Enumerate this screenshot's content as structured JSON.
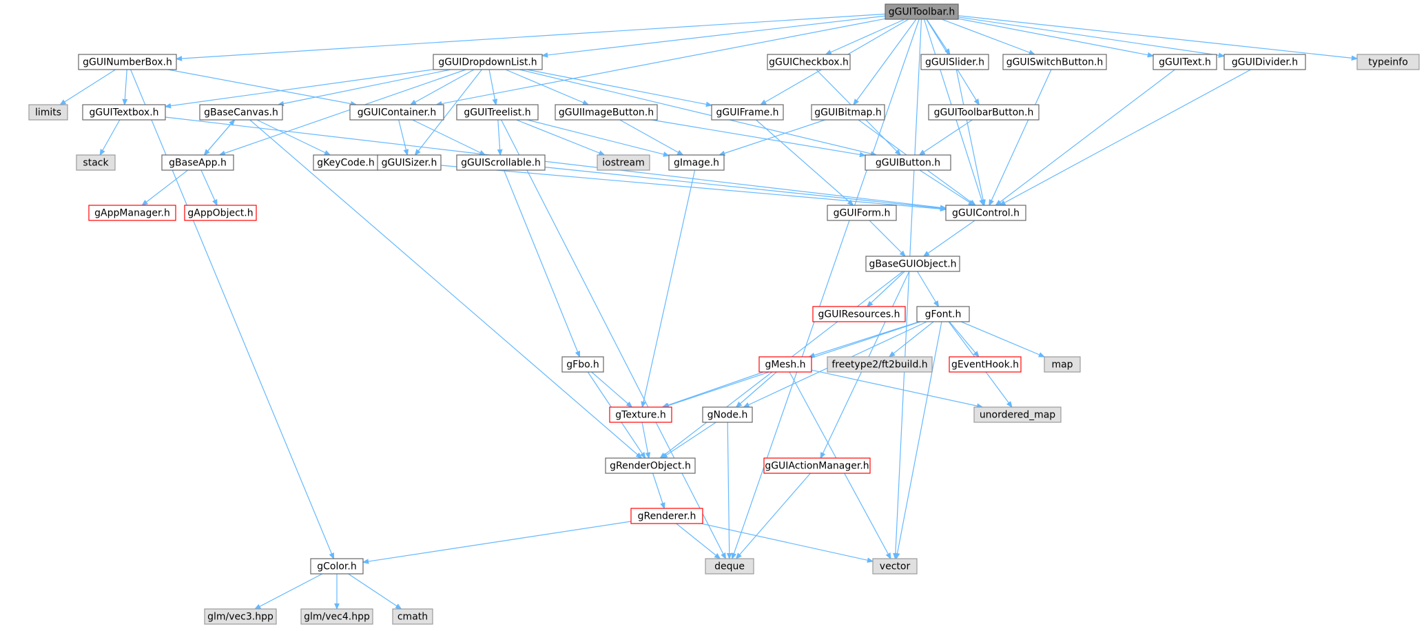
{
  "colors": {
    "edge": "#63b8ff",
    "node_border": "#666666",
    "node_fill": "#ffffff",
    "root_fill": "#999999",
    "root_border": "#666666",
    "system_fill": "#e0e0e0",
    "system_border": "#999999",
    "truncated_border": "#ff0000",
    "text": "#000000"
  },
  "nodes": [
    {
      "id": "toolbar",
      "label": "gGUIToolbar.h",
      "kind": "root"
    },
    {
      "id": "numberbox",
      "label": "gGUINumberBox.h",
      "kind": "header"
    },
    {
      "id": "dropdown",
      "label": "gGUIDropdownList.h",
      "kind": "header"
    },
    {
      "id": "checkbox",
      "label": "gGUICheckbox.h",
      "kind": "header"
    },
    {
      "id": "slider",
      "label": "gGUISlider.h",
      "kind": "header"
    },
    {
      "id": "switchbtn",
      "label": "gGUISwitchButton.h",
      "kind": "header"
    },
    {
      "id": "text",
      "label": "gGUIText.h",
      "kind": "header"
    },
    {
      "id": "divider",
      "label": "gGUIDivider.h",
      "kind": "header"
    },
    {
      "id": "typeinfo",
      "label": "typeinfo",
      "kind": "system"
    },
    {
      "id": "limits",
      "label": "limits",
      "kind": "system"
    },
    {
      "id": "textbox",
      "label": "gGUITextbox.h",
      "kind": "header"
    },
    {
      "id": "basecanvas",
      "label": "gBaseCanvas.h",
      "kind": "header"
    },
    {
      "id": "container",
      "label": "gGUIContainer.h",
      "kind": "header"
    },
    {
      "id": "treelist",
      "label": "gGUITreelist.h",
      "kind": "header"
    },
    {
      "id": "imagebutton",
      "label": "gGUIImageButton.h",
      "kind": "header"
    },
    {
      "id": "frame",
      "label": "gGUIFrame.h",
      "kind": "header"
    },
    {
      "id": "bitmap",
      "label": "gGUIBitmap.h",
      "kind": "header"
    },
    {
      "id": "toolbarbutton",
      "label": "gGUIToolbarButton.h",
      "kind": "header"
    },
    {
      "id": "stack",
      "label": "stack",
      "kind": "system"
    },
    {
      "id": "baseapp",
      "label": "gBaseApp.h",
      "kind": "header"
    },
    {
      "id": "keycode",
      "label": "gKeyCode.h",
      "kind": "header"
    },
    {
      "id": "sizer",
      "label": "gGUISizer.h",
      "kind": "header"
    },
    {
      "id": "scrollable",
      "label": "gGUIScrollable.h",
      "kind": "header"
    },
    {
      "id": "iostream",
      "label": "iostream",
      "kind": "system"
    },
    {
      "id": "image",
      "label": "gImage.h",
      "kind": "header"
    },
    {
      "id": "button",
      "label": "gGUIButton.h",
      "kind": "header"
    },
    {
      "id": "appmanager",
      "label": "gAppManager.h",
      "kind": "truncated"
    },
    {
      "id": "appobject",
      "label": "gAppObject.h",
      "kind": "truncated"
    },
    {
      "id": "form",
      "label": "gGUIForm.h",
      "kind": "header"
    },
    {
      "id": "control",
      "label": "gGUIControl.h",
      "kind": "header"
    },
    {
      "id": "baseguiobject",
      "label": "gBaseGUIObject.h",
      "kind": "header"
    },
    {
      "id": "resources",
      "label": "gGUIResources.h",
      "kind": "truncated"
    },
    {
      "id": "font",
      "label": "gFont.h",
      "kind": "header"
    },
    {
      "id": "fbo",
      "label": "gFbo.h",
      "kind": "header"
    },
    {
      "id": "mesh",
      "label": "gMesh.h",
      "kind": "truncated"
    },
    {
      "id": "ft2build",
      "label": "freetype2/ft2build.h",
      "kind": "system"
    },
    {
      "id": "eventhook",
      "label": "gEventHook.h",
      "kind": "truncated"
    },
    {
      "id": "map",
      "label": "map",
      "kind": "system"
    },
    {
      "id": "texture",
      "label": "gTexture.h",
      "kind": "truncated"
    },
    {
      "id": "node",
      "label": "gNode.h",
      "kind": "header"
    },
    {
      "id": "unordered_map",
      "label": "unordered_map",
      "kind": "system"
    },
    {
      "id": "renderobject",
      "label": "gRenderObject.h",
      "kind": "header"
    },
    {
      "id": "actionmanager",
      "label": "gGUIActionManager.h",
      "kind": "truncated"
    },
    {
      "id": "renderer",
      "label": "gRenderer.h",
      "kind": "truncated"
    },
    {
      "id": "color",
      "label": "gColor.h",
      "kind": "header"
    },
    {
      "id": "deque",
      "label": "deque",
      "kind": "system"
    },
    {
      "id": "vector",
      "label": "vector",
      "kind": "system"
    },
    {
      "id": "vec3",
      "label": "glm/vec3.hpp",
      "kind": "system"
    },
    {
      "id": "vec4",
      "label": "glm/vec4.hpp",
      "kind": "system"
    },
    {
      "id": "cmath",
      "label": "cmath",
      "kind": "system"
    }
  ],
  "edges": [
    [
      "toolbar",
      "numberbox"
    ],
    [
      "toolbar",
      "dropdown"
    ],
    [
      "toolbar",
      "checkbox"
    ],
    [
      "toolbar",
      "slider"
    ],
    [
      "toolbar",
      "switchbtn"
    ],
    [
      "toolbar",
      "text"
    ],
    [
      "toolbar",
      "divider"
    ],
    [
      "toolbar",
      "typeinfo"
    ],
    [
      "toolbar",
      "container"
    ],
    [
      "toolbar",
      "frame"
    ],
    [
      "toolbar",
      "bitmap"
    ],
    [
      "toolbar",
      "toolbarbutton"
    ],
    [
      "toolbar",
      "control"
    ],
    [
      "toolbar",
      "deque"
    ],
    [
      "toolbar",
      "vector"
    ],
    [
      "numberbox",
      "limits"
    ],
    [
      "numberbox",
      "textbox"
    ],
    [
      "numberbox",
      "container"
    ],
    [
      "numberbox",
      "color"
    ],
    [
      "dropdown",
      "textbox"
    ],
    [
      "dropdown",
      "basecanvas"
    ],
    [
      "dropdown",
      "container"
    ],
    [
      "dropdown",
      "treelist"
    ],
    [
      "dropdown",
      "imagebutton"
    ],
    [
      "dropdown",
      "frame"
    ],
    [
      "dropdown",
      "baseapp"
    ],
    [
      "dropdown",
      "sizer"
    ],
    [
      "dropdown",
      "button"
    ],
    [
      "checkbox",
      "button"
    ],
    [
      "slider",
      "control"
    ],
    [
      "switchbtn",
      "control"
    ],
    [
      "text",
      "control"
    ],
    [
      "divider",
      "control"
    ],
    [
      "textbox",
      "stack"
    ],
    [
      "textbox",
      "control"
    ],
    [
      "basecanvas",
      "baseapp"
    ],
    [
      "basecanvas",
      "keycode"
    ],
    [
      "basecanvas",
      "renderobject"
    ],
    [
      "container",
      "sizer"
    ],
    [
      "container",
      "scrollable"
    ],
    [
      "treelist",
      "scrollable"
    ],
    [
      "treelist",
      "iostream"
    ],
    [
      "treelist",
      "image"
    ],
    [
      "treelist",
      "deque"
    ],
    [
      "imagebutton",
      "image"
    ],
    [
      "imagebutton",
      "button"
    ],
    [
      "frame",
      "form"
    ],
    [
      "bitmap",
      "image"
    ],
    [
      "bitmap",
      "control"
    ],
    [
      "toolbarbutton",
      "button"
    ],
    [
      "baseapp",
      "basecanvas"
    ],
    [
      "baseapp",
      "appmanager"
    ],
    [
      "baseapp",
      "appobject"
    ],
    [
      "sizer",
      "control"
    ],
    [
      "scrollable",
      "control"
    ],
    [
      "scrollable",
      "fbo"
    ],
    [
      "image",
      "texture"
    ],
    [
      "button",
      "control"
    ],
    [
      "form",
      "baseguiobject"
    ],
    [
      "control",
      "baseguiobject"
    ],
    [
      "baseguiobject",
      "resources"
    ],
    [
      "baseguiobject",
      "font"
    ],
    [
      "baseguiobject",
      "renderobject"
    ],
    [
      "baseguiobject",
      "actionmanager"
    ],
    [
      "font",
      "mesh"
    ],
    [
      "font",
      "ft2build"
    ],
    [
      "font",
      "eventhook"
    ],
    [
      "font",
      "map"
    ],
    [
      "font",
      "texture"
    ],
    [
      "font",
      "node"
    ],
    [
      "font",
      "unordered_map"
    ],
    [
      "font",
      "vector"
    ],
    [
      "fbo",
      "texture"
    ],
    [
      "fbo",
      "renderobject"
    ],
    [
      "mesh",
      "texture"
    ],
    [
      "mesh",
      "node"
    ],
    [
      "mesh",
      "unordered_map"
    ],
    [
      "mesh",
      "vector"
    ],
    [
      "texture",
      "renderobject"
    ],
    [
      "node",
      "renderobject"
    ],
    [
      "node",
      "deque"
    ],
    [
      "renderobject",
      "renderer"
    ],
    [
      "actionmanager",
      "deque"
    ],
    [
      "renderer",
      "color"
    ],
    [
      "renderer",
      "deque"
    ],
    [
      "renderer",
      "vector"
    ],
    [
      "color",
      "vec3"
    ],
    [
      "color",
      "vec4"
    ],
    [
      "color",
      "cmath"
    ]
  ]
}
